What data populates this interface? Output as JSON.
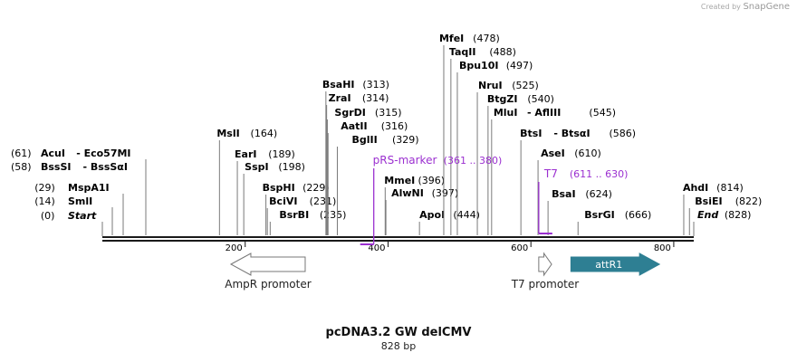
{
  "credit": {
    "prefix": "Created by",
    "brand": "SnapGene"
  },
  "map": {
    "title": "pcDNA3.2 GW delCMV",
    "size_label": "828 bp",
    "length": 828,
    "ticks": [
      200,
      400,
      600,
      800
    ]
  },
  "sites": [
    {
      "name": "Start",
      "pos": 0,
      "label": "(0)",
      "italic": true
    },
    {
      "name": "SmlI",
      "pos": 14,
      "label": "(14)"
    },
    {
      "name": "MspA1I",
      "pos": 29,
      "label": "(29)"
    },
    {
      "name": "BssSI",
      "pos": 58,
      "label": "(58)",
      "iso": "BssSαI"
    },
    {
      "name": "AcuI",
      "pos": 61,
      "label": "(61)",
      "iso": "Eco57MI"
    },
    {
      "name": "MslI",
      "pos": 164,
      "label": "(164)"
    },
    {
      "name": "EarI",
      "pos": 189,
      "label": "(189)"
    },
    {
      "name": "SspI",
      "pos": 198,
      "label": "(198)"
    },
    {
      "name": "BspHI",
      "pos": 229,
      "label": "(229)"
    },
    {
      "name": "BciVI",
      "pos": 231,
      "label": "(231)"
    },
    {
      "name": "BsrBI",
      "pos": 235,
      "label": "(235)"
    },
    {
      "name": "BsaHI",
      "pos": 313,
      "label": "(313)"
    },
    {
      "name": "ZraI",
      "pos": 314,
      "label": "(314)"
    },
    {
      "name": "SgrDI",
      "pos": 315,
      "label": "(315)"
    },
    {
      "name": "AatII",
      "pos": 316,
      "label": "(316)"
    },
    {
      "name": "BglII",
      "pos": 329,
      "label": "(329)"
    },
    {
      "name": "MmeI",
      "pos": 396,
      "label": "(396)"
    },
    {
      "name": "AlwNI",
      "pos": 397,
      "label": "(397)"
    },
    {
      "name": "ApoI",
      "pos": 444,
      "label": "(444)"
    },
    {
      "name": "MfeI",
      "pos": 478,
      "label": "(478)"
    },
    {
      "name": "TaqII",
      "pos": 488,
      "label": "(488)"
    },
    {
      "name": "Bpu10I",
      "pos": 497,
      "label": "(497)"
    },
    {
      "name": "NruI",
      "pos": 525,
      "label": "(525)"
    },
    {
      "name": "BtgZI",
      "pos": 540,
      "label": "(540)"
    },
    {
      "name": "MluI",
      "pos": 545,
      "label": "(545)",
      "iso": "AflIII"
    },
    {
      "name": "BtsI",
      "pos": 586,
      "label": "(586)",
      "iso": "BtsαI"
    },
    {
      "name": "AseI",
      "pos": 610,
      "label": "(610)"
    },
    {
      "name": "BsaI",
      "pos": 624,
      "label": "(624)"
    },
    {
      "name": "BsrGI",
      "pos": 666,
      "label": "(666)"
    },
    {
      "name": "AhdI",
      "pos": 814,
      "label": "(814)"
    },
    {
      "name": "BsiEI",
      "pos": 822,
      "label": "(822)"
    },
    {
      "name": "End",
      "pos": 828,
      "label": "(828)",
      "italic": true
    }
  ],
  "primers": [
    {
      "name": "pRS-marker",
      "range": "(361 .. 380)",
      "start": 361,
      "end": 380,
      "color": "#9b30d0"
    },
    {
      "name": "T7",
      "range": "(611 .. 630)",
      "start": 611,
      "end": 630,
      "color": "#9b30d0"
    }
  ],
  "features": [
    {
      "name": "AmpR promoter",
      "start": 180,
      "end": 284,
      "direction": "reverse",
      "fill": "#ffffff",
      "stroke": "#777777"
    },
    {
      "name": "T7 promoter",
      "start": 611,
      "end": 629,
      "direction": "forward",
      "fill": "#ffffff",
      "stroke": "#777777"
    },
    {
      "name": "attR1",
      "start": 656,
      "end": 780,
      "direction": "forward",
      "fill": "#2e7f93",
      "stroke": "#2e7f93"
    }
  ]
}
